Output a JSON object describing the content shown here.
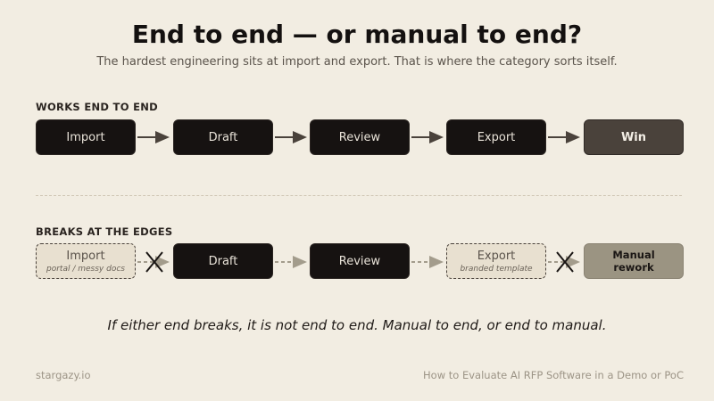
{
  "title": "End to end — or manual to end?",
  "subtitle": "The hardest engineering sits at import and export. That is where the category sorts itself.",
  "rows": {
    "works": {
      "label": "WORKS END TO END",
      "steps": [
        "Import",
        "Draft",
        "Review",
        "Export",
        "Win"
      ]
    },
    "breaks": {
      "label": "BREAKS AT THE EDGES",
      "import": {
        "label": "Import",
        "sub": "portal / messy docs"
      },
      "draft": "Draft",
      "review": "Review",
      "export": {
        "label": "Export",
        "sub": "branded template"
      },
      "manual": {
        "line1": "Manual",
        "line2": "rework"
      }
    }
  },
  "footnote": "If either end breaks, it is not end to end. Manual to end, or end to manual.",
  "footer": {
    "left": "stargazy.io",
    "right": "How to Evaluate AI RFP Software in a Demo or PoC"
  },
  "colors": {
    "background": "#f2ede2",
    "dark_box": "#161211",
    "win_box": "#4a423b",
    "dashed_box": "#e8e0d0",
    "manual_box": "#9b9482",
    "arrow_solid": "#4a423b",
    "arrow_muted": "#a39c8c"
  },
  "icons": [
    "arrow-right-icon",
    "break-x-icon"
  ]
}
